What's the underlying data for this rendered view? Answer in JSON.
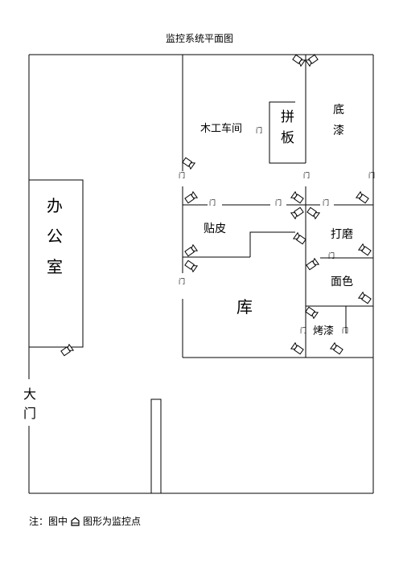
{
  "title": "监控系统平面图",
  "rooms": {
    "office": [
      "办",
      "公",
      "室"
    ],
    "entrance": [
      "大",
      "门"
    ],
    "woodshop": "木工车间",
    "board": [
      "拼",
      "板"
    ],
    "primer": [
      "底",
      "漆"
    ],
    "veneer": "贴皮",
    "sanding": "打磨",
    "color": "面色",
    "warehouse": "库",
    "bake": "烤漆"
  },
  "door_label": "门",
  "legend": {
    "prefix": "注：图中",
    "suffix": "图形为监控点"
  },
  "colors": {
    "line": "#000000",
    "background": "#ffffff"
  },
  "icons": {
    "camera": "camera-icon"
  }
}
